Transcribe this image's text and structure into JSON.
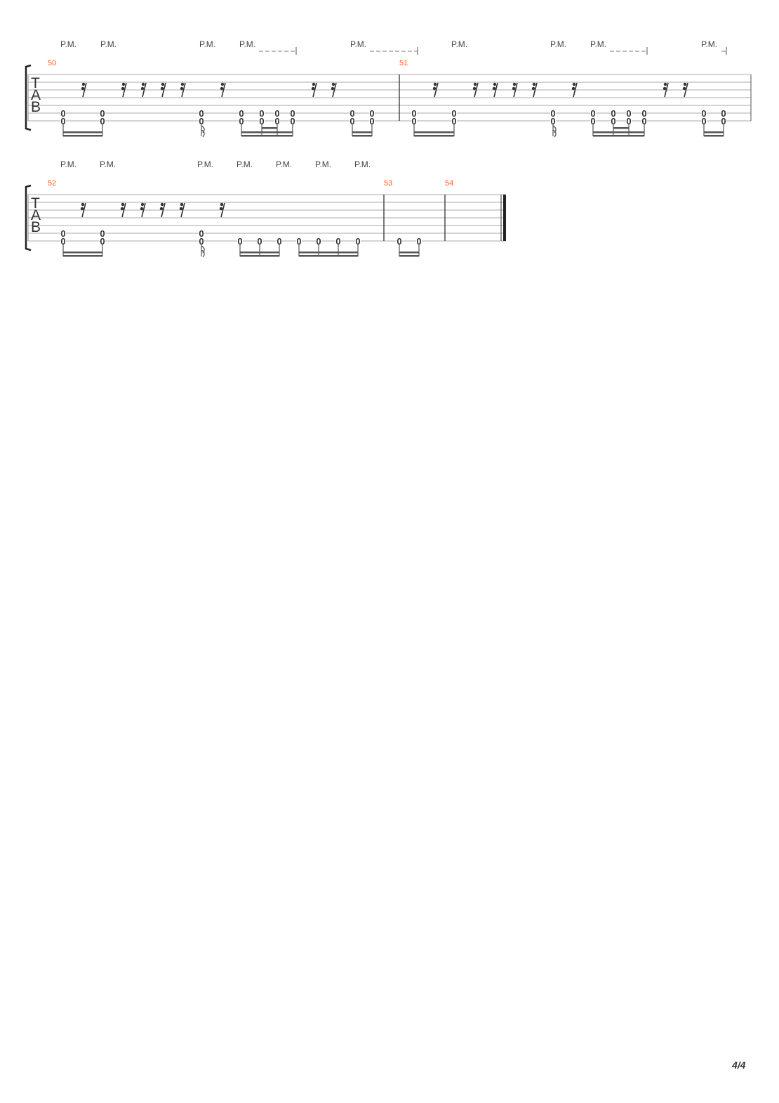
{
  "page_number": "4/4",
  "colors": {
    "measure_number": "#f0602a",
    "staff": "#aaaaaa",
    "ink": "#333333"
  },
  "tab_clef": [
    "T",
    "A",
    "B"
  ],
  "systems": [
    {
      "measures": [
        "50",
        "51"
      ],
      "palm_mutes": [
        "P.M.",
        "P.M.",
        "P.M.",
        "P.M.",
        "P.M.",
        "P.M.",
        "P.M.",
        "P.M.",
        "P.M."
      ],
      "notes": [
        [
          "0",
          "0"
        ],
        [
          "0",
          "0"
        ],
        [
          "0",
          "0"
        ],
        [
          "0",
          "0"
        ],
        [
          "0",
          "0"
        ],
        [
          "0",
          "0"
        ],
        [
          "0",
          "0"
        ],
        [
          "0",
          "0"
        ],
        [
          "0",
          "0"
        ],
        [
          "0",
          "0"
        ],
        [
          "0",
          "0"
        ],
        [
          "0",
          "0"
        ],
        [
          "0",
          "0"
        ],
        [
          "0",
          "0"
        ],
        [
          "0",
          "0"
        ],
        [
          "0",
          "0"
        ],
        [
          "0",
          "0"
        ],
        [
          "0",
          "0"
        ]
      ]
    },
    {
      "measures": [
        "52",
        "53",
        "54"
      ],
      "palm_mutes": [
        "P.M.",
        "P.M.",
        "P.M.",
        "P.M.",
        "P.M.",
        "P.M.",
        "P.M."
      ],
      "notes": [
        [
          "0",
          "0"
        ],
        [
          "0",
          "0"
        ],
        [
          "0",
          "0"
        ],
        [
          "0"
        ],
        [
          "0"
        ],
        [
          "0"
        ],
        [
          "0"
        ],
        [
          "0"
        ],
        [
          "0"
        ],
        [
          "0"
        ],
        [
          "0"
        ],
        [
          "0"
        ]
      ]
    }
  ]
}
